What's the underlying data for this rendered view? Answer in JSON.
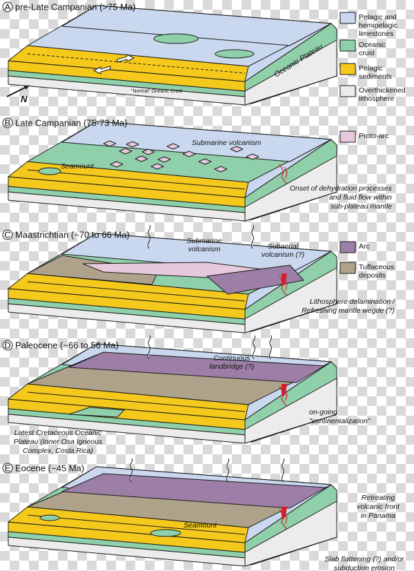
{
  "colors": {
    "limestone": "#c9d8ee",
    "oceanic_crust": "#8fcfa9",
    "pelagic_sediments": "#f4c91c",
    "lithosphere": "#ececec",
    "proto_arc": "#e6c9dd",
    "arc": "#9c7ea6",
    "tuffaceous": "#aea38a",
    "outline": "#1a1a1a",
    "red": "#d0222c"
  },
  "legend": [
    {
      "key": "limestone",
      "label_lines": [
        "Pelagic and",
        "hemipelagic",
        "limestones"
      ]
    },
    {
      "key": "oceanic_crust",
      "label_lines": [
        "Oceanic",
        "crust"
      ]
    },
    {
      "key": "pelagic_sediments",
      "label_lines": [
        "Pelagic",
        "sediments"
      ]
    },
    {
      "key": "lithosphere",
      "label_lines": [
        "Overthickened",
        "lithosphere"
      ]
    },
    {
      "key": "proto_arc",
      "label_lines": [
        "Proto-arc"
      ]
    },
    {
      "key": "arc",
      "label_lines": [
        "Arc"
      ]
    },
    {
      "key": "tuffaceous",
      "label_lines": [
        "Tuffaceous",
        "deposits"
      ]
    }
  ],
  "panels": [
    {
      "letter": "A",
      "title": "pre-Late Campanian (>75 Ma)",
      "normal_crust": "\"Normal\" Oceanic Crust",
      "plateau": "Oceanic Plateau",
      "compass": "N"
    },
    {
      "letter": "B",
      "title": "Late Campanian (75-73 Ma)",
      "volcanism": "Submarine volcanism",
      "seamount": "Seamount",
      "note": [
        "Onset of dehydration processes",
        "and fluid flow within",
        "sub-plateau mantle"
      ]
    },
    {
      "letter": "C",
      "title": "Maastrichtian (~70 to 66 Ma)",
      "volcanism_sub": [
        "Submarine",
        "volcanism"
      ],
      "volcanism_aer": [
        "Subaerial",
        "volcanism (?)"
      ],
      "note": [
        "Lithosphere delamination /",
        "Refreshing mantle wegde (?)"
      ]
    },
    {
      "letter": "D",
      "title": "Paleocene (~66 to 56 Ma)",
      "landbridge": [
        "Continuous",
        "landbridge (?)"
      ],
      "note": [
        "on-going",
        "\"continentalization\""
      ],
      "plateau_note": [
        "Latest Cretaceous Oceanic",
        "Plateau (Inner Osa Igneous",
        "Complex, Costa Rica)"
      ]
    },
    {
      "letter": "E",
      "title": "Eocene (~45 Ma)",
      "seamount": "Seamount",
      "note": [
        "Retreating",
        "volcanic front",
        "in Panama"
      ],
      "slab_note": [
        "Slab flattening (?) and/or",
        "subduction erosion"
      ]
    }
  ]
}
